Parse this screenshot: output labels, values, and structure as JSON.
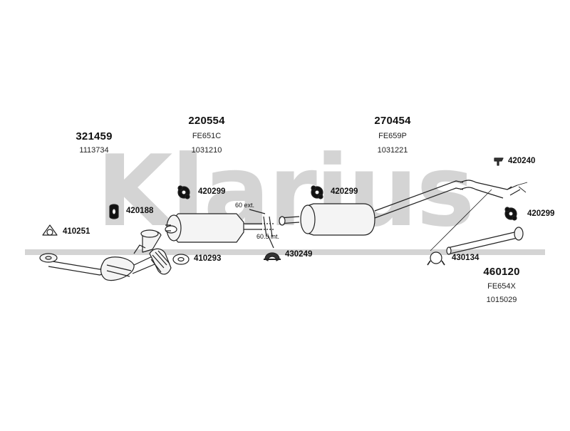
{
  "watermark": {
    "text": "Klarius",
    "color": "#d4d4d4"
  },
  "colors": {
    "stroke": "#222222",
    "pipe_fill": "#f4f4f4",
    "dark": "#111111"
  },
  "parts": {
    "p321459": {
      "number": "321459",
      "ref": "1113734"
    },
    "p220554": {
      "number": "220554",
      "code": "FE651C",
      "ref": "1031210"
    },
    "p270454": {
      "number": "270454",
      "code": "FE659P",
      "ref": "1031221"
    },
    "p460120": {
      "number": "460120",
      "code": "FE654X",
      "ref": "1015029"
    }
  },
  "accessories": {
    "a420240": "420240",
    "a420299_left": "420299",
    "a420299_mid": "420299",
    "a420299_right": "420299",
    "a420188": "420188",
    "a410251": "410251",
    "a410293": "410293",
    "a430249": "430249",
    "a430134": "430134"
  },
  "notes": {
    "ext": "60 ext.",
    "int": "60.5 int."
  }
}
